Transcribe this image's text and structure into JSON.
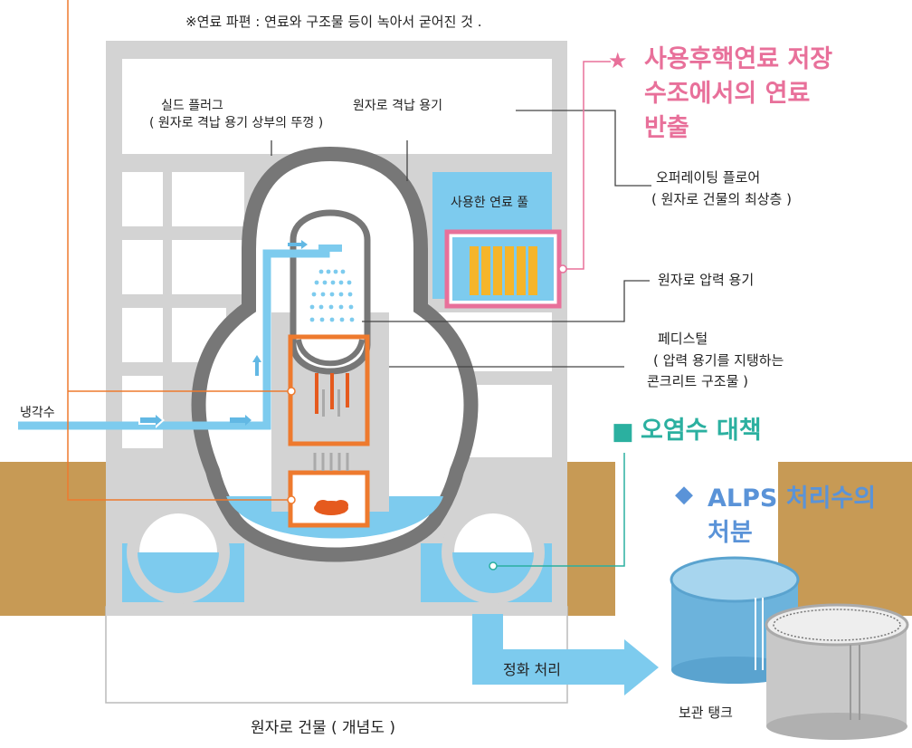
{
  "note": "※연료 파편 : 연료와 구조물 등이 녹아서 굳어진 것 .",
  "labels": {
    "shield_plug_line1": "실드 플러그",
    "shield_plug_line2": "( 원자로 격납 용기 상부의 뚜껑 )",
    "containment_vessel": "원자로 격납 용기",
    "operating_floor_line1": "오퍼레이팅 플로어",
    "operating_floor_line2": "( 원자로 건물의 최상층 )",
    "spent_fuel_pool": "사용한 연료 풀",
    "pressure_vessel": "원자로 압력 용기",
    "pedestal_line1": "페디스털",
    "pedestal_line2": "( 압력 용기를 지탱하는",
    "pedestal_line3": "콘크리트 구조물 )",
    "cooling_water": "냉각수",
    "purification": "정화 처리",
    "storage_tank": "보관 탱크",
    "building_caption": "원자로 건물 ( 개념도 )"
  },
  "callouts": {
    "fuel_removal": {
      "marker": "★",
      "line1": "사용후핵연료 저장",
      "line2": "수조에서의 연료",
      "line3": "반출"
    },
    "contaminated_water": {
      "marker": "■",
      "text": "오염수 대책"
    },
    "alps": {
      "marker": "◆",
      "line1": "ALPS 처리수의",
      "line2": "처분"
    }
  },
  "colors": {
    "building": "#d3d3d3",
    "water": "#7dcbee",
    "ground": "#c79a55",
    "debris_box": "#ee7a2e",
    "pool_box": "#e8709a",
    "fuel_rods": "#f5b52a",
    "teal_accent": "#2bb0a0",
    "blue_accent": "#5a93d8"
  }
}
